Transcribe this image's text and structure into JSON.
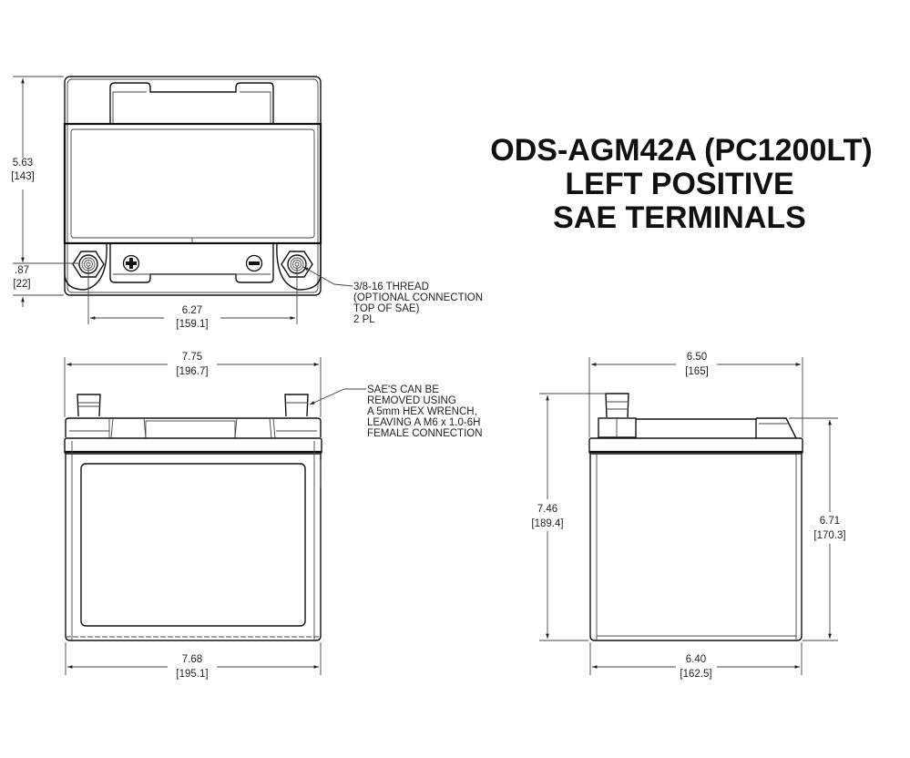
{
  "title": {
    "lines": [
      "ODS-AGM42A (PC1200LT)",
      "LEFT POSITIVE",
      "SAE TERMINALS"
    ]
  },
  "top_view": {
    "dims": {
      "height": {
        "in": "5.63",
        "mm": "[143]"
      },
      "terminal_offset": {
        "in": ".87",
        "mm": "[22]"
      },
      "terminal_spacing": {
        "in": "6.27",
        "mm": "[159.1]"
      }
    },
    "terminal_symbols": {
      "positive": "+",
      "negative": "−"
    },
    "note": [
      "3/8-16 THREAD",
      "(OPTIONAL CONNECTION",
      "TOP OF SAE)",
      "2 PL"
    ]
  },
  "front_view": {
    "dims": {
      "top_width": {
        "in": "7.75",
        "mm": "[196.7]"
      },
      "bottom_width": {
        "in": "7.68",
        "mm": "[195.1]"
      }
    },
    "note": [
      "SAE'S CAN BE",
      "REMOVED USING",
      "A 5mm HEX WRENCH,",
      "LEAVING A M6 x 1.0-6H",
      "FEMALE CONNECTION"
    ]
  },
  "side_view": {
    "dims": {
      "top_width": {
        "in": "6.50",
        "mm": "[165]"
      },
      "overall_height": {
        "in": "7.46",
        "mm": "[189.4]"
      },
      "case_height": {
        "in": "6.71",
        "mm": "[170.3]"
      },
      "bottom_width": {
        "in": "6.40",
        "mm": "[162.5]"
      }
    }
  }
}
